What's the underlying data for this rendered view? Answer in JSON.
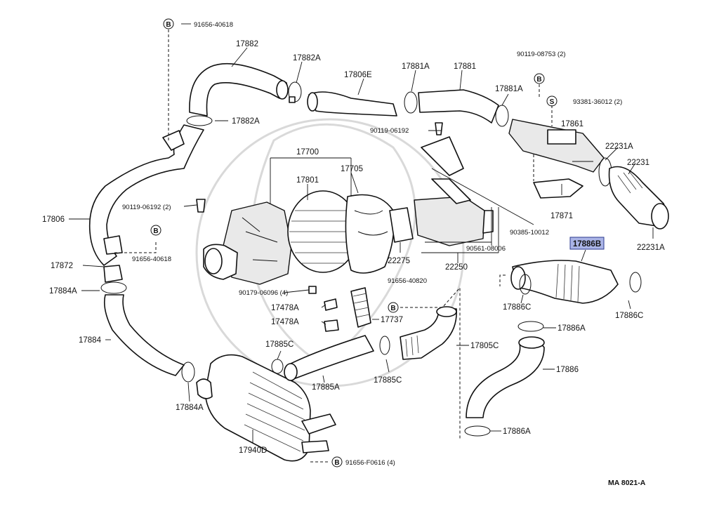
{
  "diagram_code": "MA  8021-A",
  "highlighted_part": "17886B",
  "labels": {
    "p91656_40618_top": "91656-40618",
    "p17882": "17882",
    "p17882A_1": "17882A",
    "p17806E": "17806E",
    "p17881A_1": "17881A",
    "p17881": "17881",
    "p90119_08753": "90119-08753 (2)",
    "p17881A_2": "17881A",
    "p93381_36012": "93381-36012 (2)",
    "p17882A_2": "17882A",
    "p90119_06192_a": "90119-06192",
    "p17861": "17861",
    "p22231A_1": "22231A",
    "p22231": "22231",
    "p17700": "17700",
    "p17801": "17801",
    "p17705": "17705",
    "p90119_06192_b": "90119-06192 (2)",
    "p17806": "17806",
    "p17871": "17871",
    "p22231A_2": "22231A",
    "p90385_10012": "90385-10012",
    "p91656_40618_mid": "91656-40618",
    "p17886B": "17886B",
    "p90561_08006": "90561-08006",
    "p22275": "22275",
    "p22250": "22250",
    "p17872": "17872",
    "p17884A_1": "17884A",
    "p90179_06096": "90179-06096 (4)",
    "p91656_40820": "91656-40820",
    "p17886C_1": "17886C",
    "p17886C_2": "17886C",
    "p17478A_1": "17478A",
    "p17478A_2": "17478A",
    "p17737": "17737",
    "p17886A_1": "17886A",
    "p17884": "17884",
    "p17885C_1": "17885C",
    "p17805C": "17805C",
    "p17886": "17886",
    "p17885A": "17885A",
    "p17885C_2": "17885C",
    "p17884A_2": "17884A",
    "p17886A_2": "17886A",
    "p17940D": "17940D",
    "p91656_F0616": "91656-F0616 (4)"
  },
  "circle_markers": {
    "b1": "B",
    "b2": "B",
    "b3": "B",
    "b4": "B",
    "b5": "B",
    "s1": "S"
  }
}
